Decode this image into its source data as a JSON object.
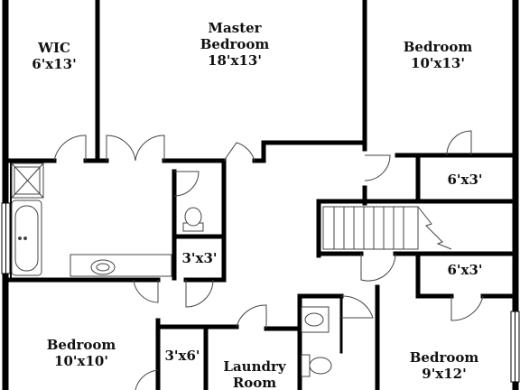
{
  "rooms": {
    "wic": {
      "name": "WIC",
      "size": "6'x13'"
    },
    "master": {
      "name_line1": "Master",
      "name_line2": "Bedroom",
      "size": "18'x13'"
    },
    "bedroom_ne": {
      "name": "Bedroom",
      "size": "10'x13'"
    },
    "closet_a": {
      "size": "6'x3'"
    },
    "closet_b": {
      "size": "6'x3'"
    },
    "closet_c": {
      "size": "3'x3'"
    },
    "closet_d": {
      "size": "3'x6'"
    },
    "bedroom_sw": {
      "name": "Bedroom",
      "size": "10'x10'"
    },
    "laundry": {
      "name_line1": "Laundry",
      "name_line2": "Room"
    },
    "bedroom_se": {
      "name": "Bedroom",
      "size": "9'x12'"
    }
  },
  "colors": {
    "wall": "#000000",
    "fixture": "#444444",
    "background": "#ffffff"
  }
}
